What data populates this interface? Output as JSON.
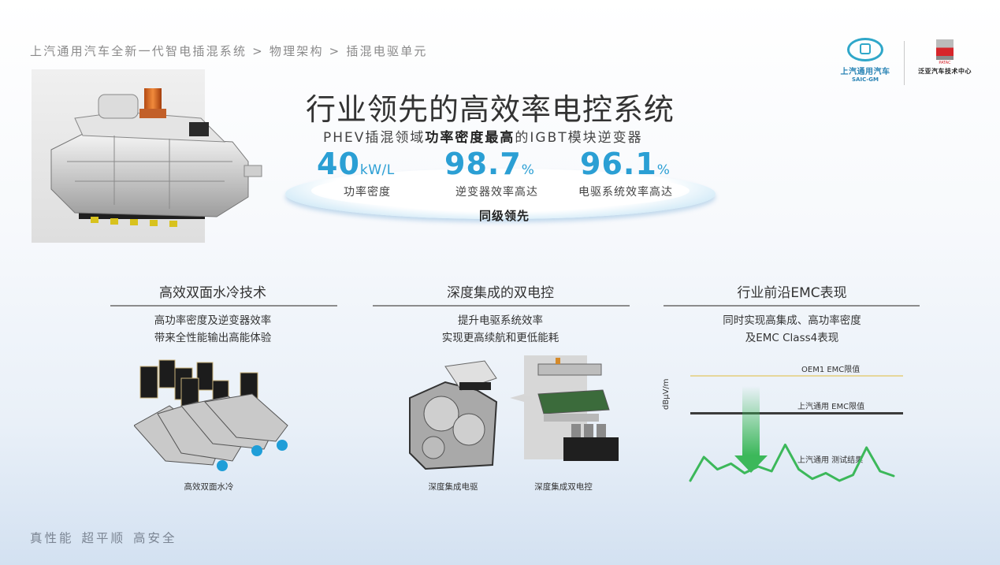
{
  "breadcrumb": {
    "items": [
      "上汽通用汽车全新一代智电插混系统",
      "物理架构",
      "插混电驱单元"
    ],
    "separator": ">",
    "full": "上汽通用汽车全新一代智电插混系统 > 物理架构 > 插混电驱单元"
  },
  "logos": {
    "saic_gm": {
      "cn": "上汽通用汽车",
      "en": "SAIC-GM",
      "color": "#2fa7c9"
    },
    "patac": {
      "label": "PATAC",
      "cn": "泛亚汽车技术中心",
      "color": "#d6262b"
    }
  },
  "hero": {
    "title": "行业领先的高效率电控系统",
    "subtitle_pre": "PHEV插混领域",
    "subtitle_bold": "功率密度最高",
    "subtitle_post": "的IGBT模块逆变器",
    "kpis": [
      {
        "value": "40",
        "unit": "kW/L",
        "label": "功率密度"
      },
      {
        "value": "98.7",
        "unit": "%",
        "label": "逆变器效率高达"
      },
      {
        "value": "96.1",
        "unit": "%",
        "label": "电驱系统效率高达"
      }
    ],
    "badge": "同级领先",
    "accent_color": "#2b9fd4"
  },
  "features": [
    {
      "title": "高效双面水冷技术",
      "desc": [
        "高功率密度及逆变器效率",
        "带来全性能输出高能体验"
      ],
      "captions": [
        "高效双面水冷"
      ]
    },
    {
      "title": "深度集成的双电控",
      "desc": [
        "提升电驱系统效率",
        "实现更高续航和更低能耗"
      ],
      "captions": [
        "深度集成电驱",
        "深度集成双电控"
      ]
    },
    {
      "title": "行业前沿EMC表现",
      "desc": [
        "同时实现高集成、高功率密度",
        "及EMC Class4表现"
      ],
      "captions": []
    }
  ],
  "chart_data": {
    "type": "line",
    "title": "",
    "ylabel": "dBμV/m",
    "xlabel": "",
    "reference_lines": [
      {
        "name": "OEM1 EMC限值",
        "color": "#e6d79a",
        "level": "high"
      },
      {
        "name": "上汽通用 EMC限值",
        "color": "#3b3b3b",
        "level": "mid"
      }
    ],
    "series": [
      {
        "name": "上汽通用 测试结果",
        "color": "#3cb85a",
        "values": [
          0.1,
          0.35,
          0.22,
          0.28,
          0.18,
          0.25,
          0.2,
          0.48,
          0.22,
          0.12,
          0.18,
          0.1,
          0.16,
          0.45,
          0.2,
          0.15
        ]
      }
    ],
    "annotation": "green downward arrow from EMC limit toward test result",
    "grid": false,
    "legend": "inline labels"
  },
  "tagline": [
    "真性能",
    "超平顺",
    "高安全"
  ]
}
